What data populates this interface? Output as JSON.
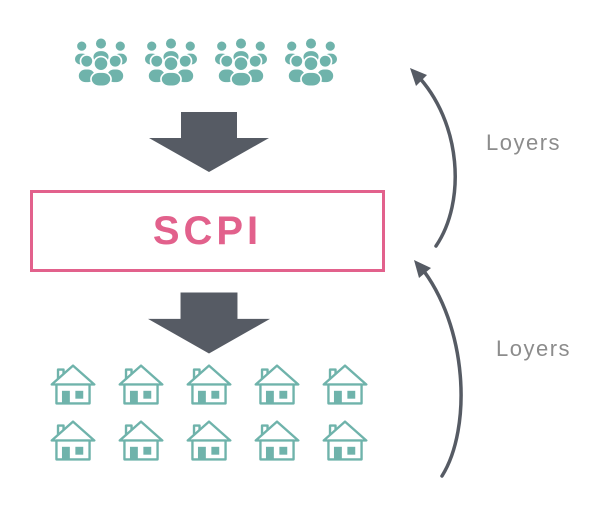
{
  "diagram": {
    "scpi_box_label": "SCPI",
    "labels": {
      "top_arrow": "Loyers",
      "bottom_arrow": "Loyers"
    },
    "counts": {
      "people_groups": 4,
      "house_rows": 2,
      "houses_per_row": 5
    },
    "colors": {
      "teal": "#6fb3ab",
      "dark_gray": "#565b64",
      "pink": "#e2618c",
      "label_gray": "#8c8c8c",
      "background": "#ffffff"
    }
  }
}
